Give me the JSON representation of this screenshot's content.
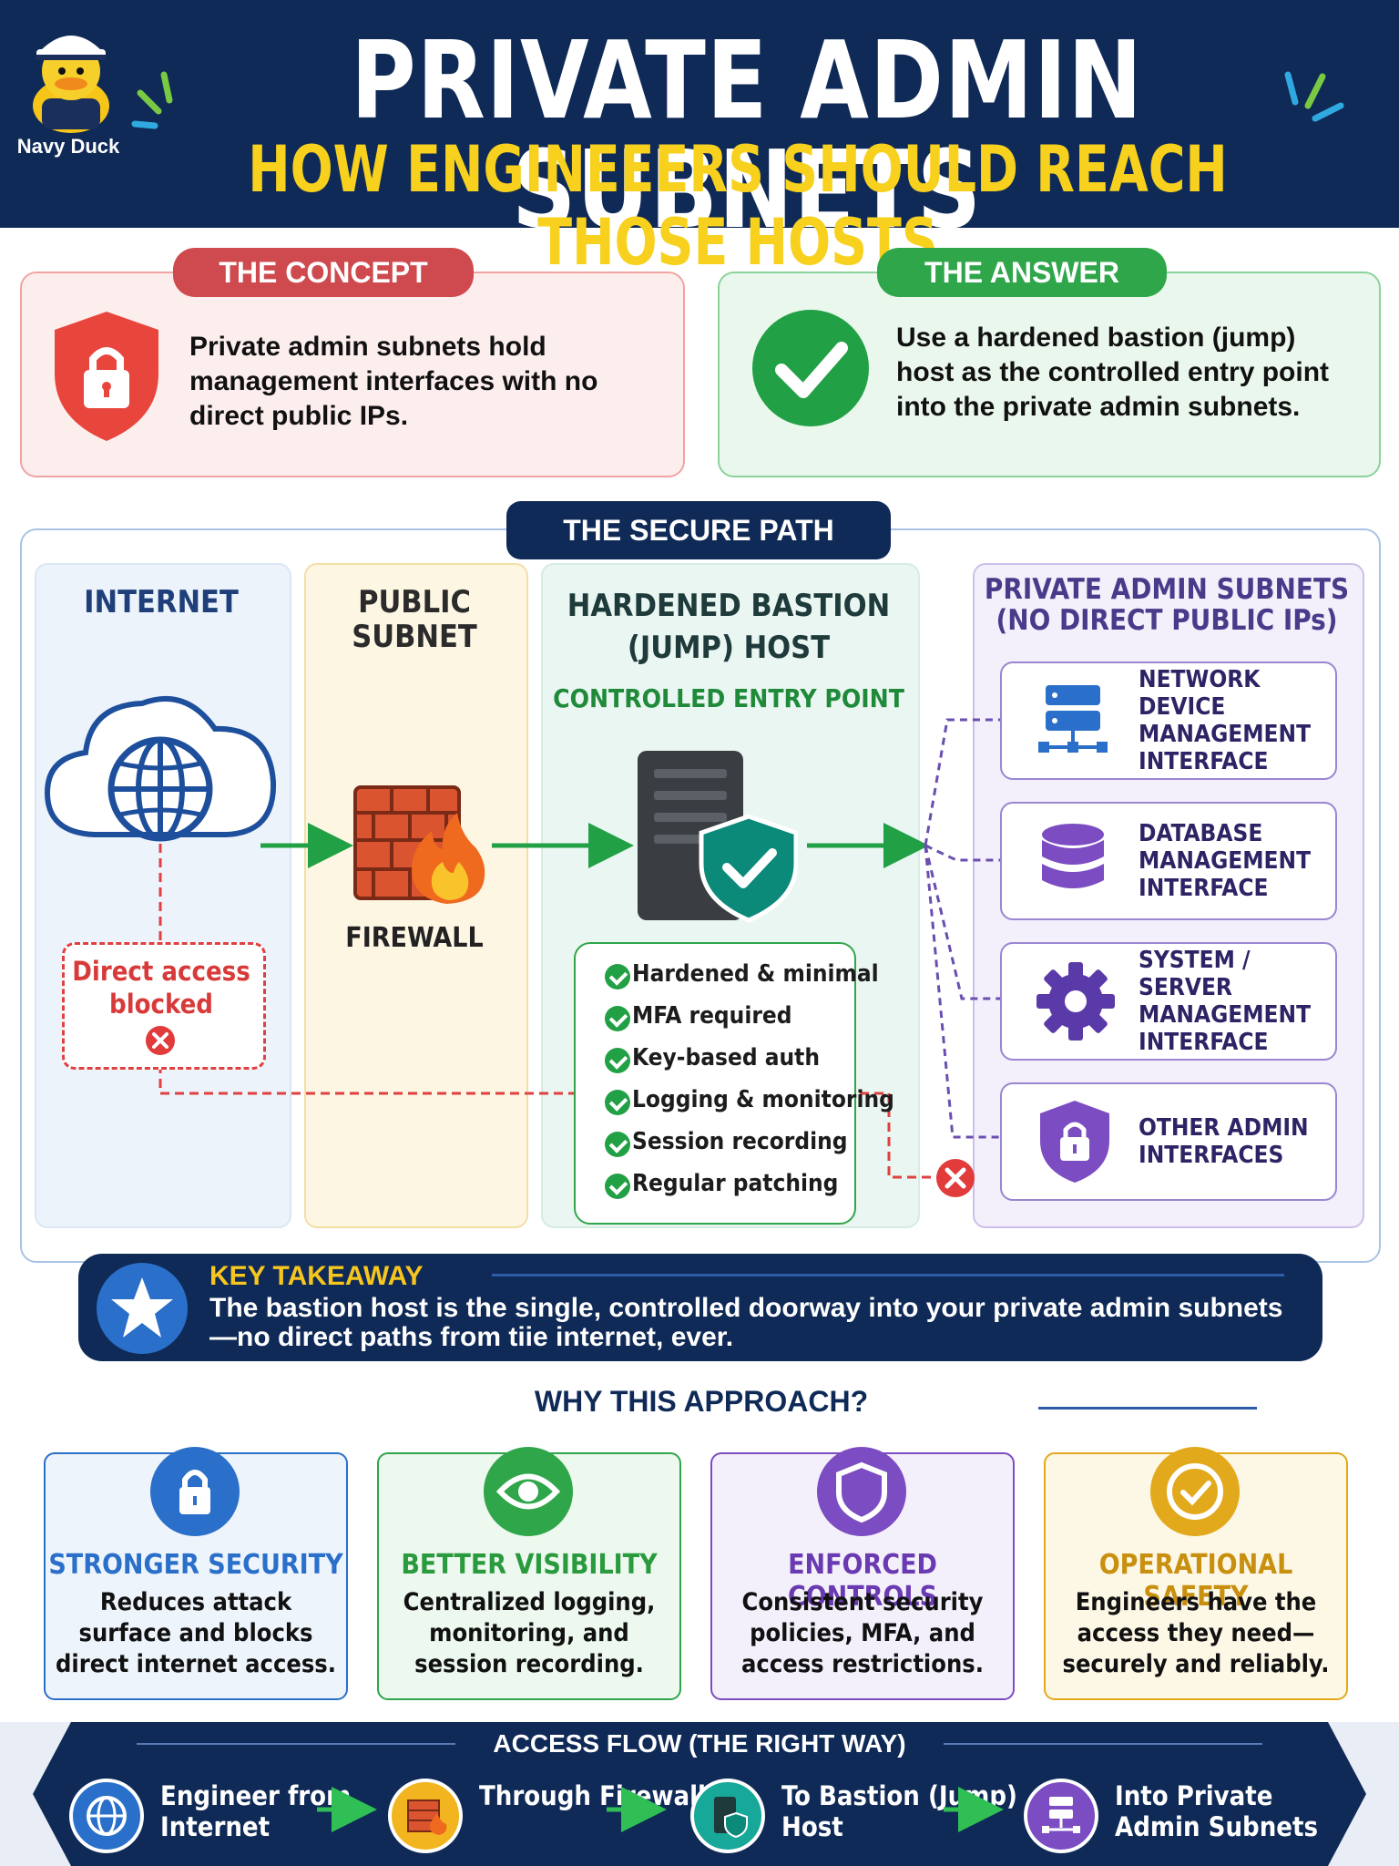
{
  "header": {
    "logo_label": "Navy Duck",
    "title": "PRIVATE ADMIN SUBNETS",
    "subtitle": "HOW ENGINEEERS SHOULD REACH THOSE HOSTS"
  },
  "concept": {
    "pill": "THE CONCEPT",
    "text": "Private admin subnets hold management interfaces with no direct public IPs."
  },
  "answer": {
    "pill": "THE ANSWER",
    "text": "Use a hardened bastion (jump) host as the controlled entry point into the private admin subnets."
  },
  "secure_path": {
    "title": "THE SECURE PATH",
    "internet_label": "INTERNET",
    "public_label": "PUBLIC SUBNET",
    "bastion_label": "HARDENED BASTION (JUMP) HOST",
    "entry_label": "CONTROLLED ENTRY POINT",
    "firewall_label": "FIREWALL",
    "blocked_label": "Direct access blocked",
    "private_label": "PRIVATE ADMIN SUBNETS (NO DIRECT PUBLIC IPs)",
    "checklist": [
      "Hardened & minimal",
      "MFA required",
      "Key-based auth",
      "Logging & monitoring",
      "Session recording",
      "Regular patching"
    ],
    "admin_interfaces": [
      {
        "label": "NETWORK DEVICE MANAGEMENT INTERFACE",
        "icon": "network-device-icon"
      },
      {
        "label": "DATABASE MANAGEMENT INTERFACE",
        "icon": "database-icon"
      },
      {
        "label": "SYSTEM / SERVER MANAGEMENT INTERFACE",
        "icon": "gear-icon"
      },
      {
        "label": "OTHER ADMIN INTERFACES",
        "icon": "lock-shield-icon"
      }
    ]
  },
  "takeaway": {
    "title": "KEY TAKEAWAY",
    "text": "The bastion host is the single, controlled doorway into your private admin subnets—no direct paths from tiie internet, ever."
  },
  "why": {
    "title": "WHY THIS APPROACH?",
    "cards": [
      {
        "title": "STRONGER SECURITY",
        "desc": "Reduces attack surface and blocks direct internet access.",
        "color": "#2a6fc9"
      },
      {
        "title": "BETTER VISIBILITY",
        "desc": "Centralized logging, monitoring, and session recording.",
        "color": "#2fa64a"
      },
      {
        "title": "ENFORCED CONTROLS",
        "desc": "Consistent security policies, MFA, and access restrictions.",
        "color": "#7b4cc2"
      },
      {
        "title": "OPERATIONAL SAFETY",
        "desc": "Engineers have the access they need—securely and reliably.",
        "color": "#e2a91c"
      }
    ]
  },
  "flow": {
    "title": "ACCESS FLOW (THE RIGHT WAY)",
    "steps": [
      {
        "label": "Engineer from Internet",
        "icon": "globe-icon"
      },
      {
        "label": "Through Firewall",
        "icon": "firewall-icon"
      },
      {
        "label": "To Bastion (Jump) Host",
        "icon": "bastion-icon"
      },
      {
        "label": "Into Private Admin Subnets",
        "icon": "network-icon"
      }
    ]
  },
  "colors": {
    "navy": "#0f2a57",
    "yellow": "#f7d11e",
    "green": "#2fa64a",
    "red": "#e04040",
    "purple": "#7b4cc2"
  }
}
